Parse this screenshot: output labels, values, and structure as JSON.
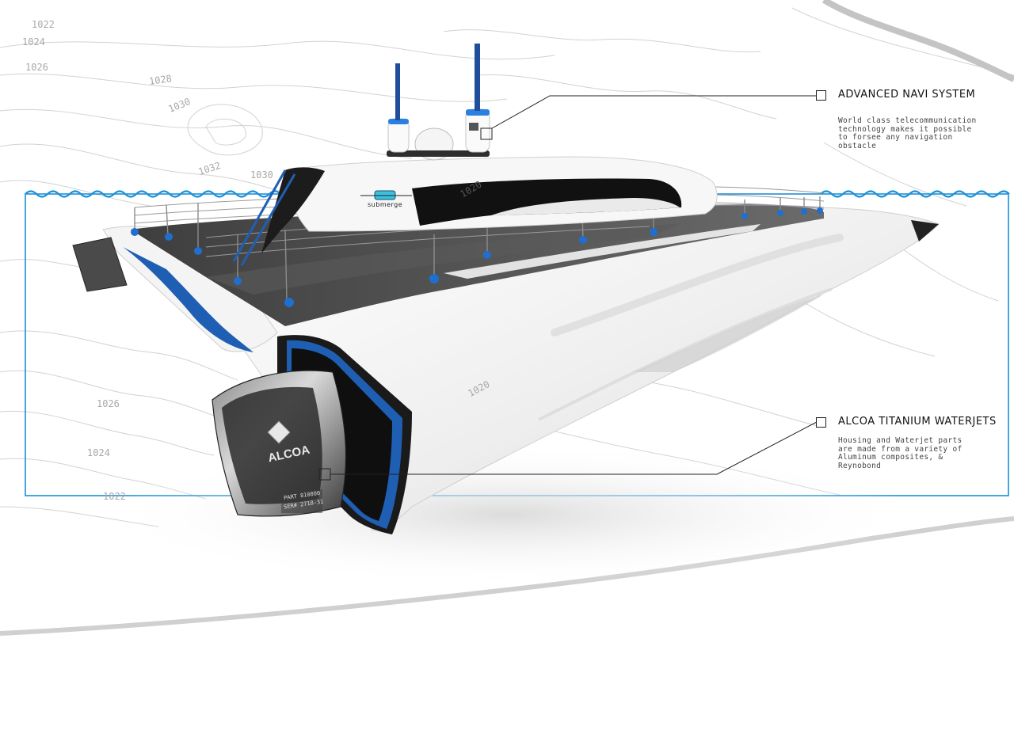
{
  "contour_labels": [
    {
      "id": "c1022a",
      "text": "1022"
    },
    {
      "id": "c1024a",
      "text": "1024"
    },
    {
      "id": "c1026a",
      "text": "1026"
    },
    {
      "id": "c1028",
      "text": "1028"
    },
    {
      "id": "c1030a",
      "text": "1030"
    },
    {
      "id": "c1032",
      "text": "1032"
    },
    {
      "id": "c1030b",
      "text": "1030"
    },
    {
      "id": "c1026b",
      "text": "1026"
    },
    {
      "id": "c1024b",
      "text": "1024"
    },
    {
      "id": "c1022b",
      "text": "1022"
    },
    {
      "id": "c1020a",
      "text": "1020"
    },
    {
      "id": "c1020b",
      "text": "1020"
    }
  ],
  "boat": {
    "brand_text": "submerge",
    "jet_logo": "ALCOA",
    "part_label": "PART 810000",
    "serial_label": "SER# 2718-31"
  },
  "callouts": [
    {
      "id": "navi",
      "title": "ADVANCED NAVI SYSTEM",
      "lines": [
        "World class telecommunication",
        "technology makes it possible",
        "to forsee any navigation",
        "obstacle"
      ]
    },
    {
      "id": "waterjets",
      "title": "ALCOA TITANIUM WATERJETS",
      "lines": [
        "Housing and Waterjet parts",
        "are made from a variety of",
        "Aluminum composites,  &",
        "Reynobond"
      ]
    }
  ],
  "colors": {
    "water_line": "#1a8fd6",
    "accent_blue": "#1f5fb3",
    "deck": "#4a4a4a",
    "hull": "#f2f2f2",
    "contour": "#cfcfcf"
  }
}
